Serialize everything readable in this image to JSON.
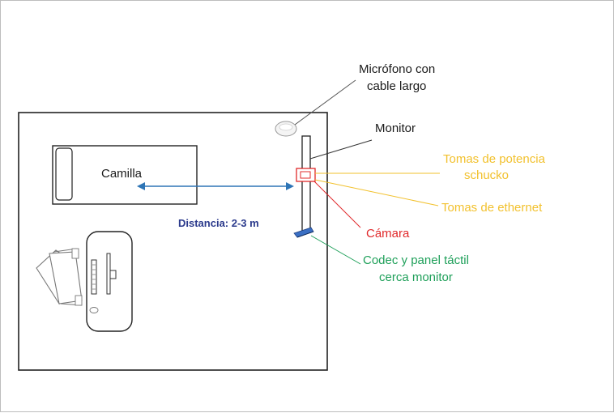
{
  "labels": {
    "camilla": "Camilla",
    "distancia": "Distancia: 2-3 m",
    "microfono_l1": "Micrófono con",
    "microfono_l2": "cable largo",
    "monitor": "Monitor",
    "tomas_potencia_l1": "Tomas de potencia",
    "tomas_potencia_l2": "schucko",
    "tomas_ethernet": "Tomas de ethernet",
    "camara": "Cámara",
    "codec_l1": "Codec y panel táctil",
    "codec_l2": "cerca monitor"
  },
  "colors": {
    "default_text": "#1a1a1a",
    "distance_text": "#2b3a8c",
    "arrow": "#2e75b6",
    "tomas": "#f2c12e",
    "camara": "#e0282a",
    "codec": "#1fa05a",
    "codec_device": "#3a6fc4"
  },
  "icons": [
    "microphone-icon",
    "monitor-icon",
    "camera-icon",
    "codec-panel-icon",
    "chair-icon",
    "computer-icon",
    "mouse-icon"
  ]
}
